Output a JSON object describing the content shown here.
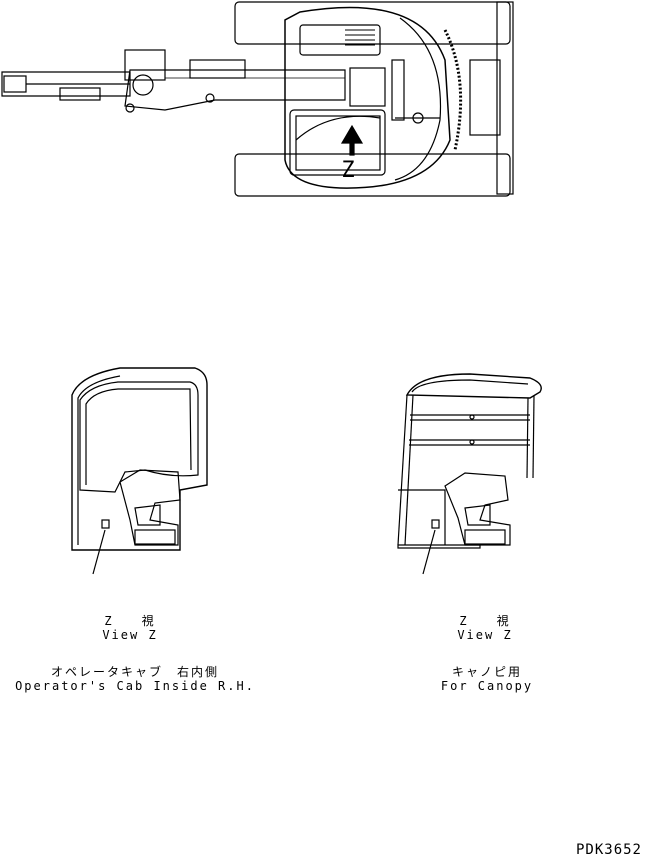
{
  "top_view": {
    "marker": "Z"
  },
  "left_view": {
    "view_jp": "Z　　視",
    "view_en": "View Z",
    "title_jp": "オペレータキャブ　右内側",
    "title_en": "Operator's Cab Inside R.H."
  },
  "right_view": {
    "view_jp": "Z　　視",
    "view_en": "View Z",
    "title_jp": "キャノピ用",
    "title_en": "For Canopy"
  },
  "drawing_code": "PDK3652",
  "colors": {
    "line": "#000000",
    "background": "#ffffff"
  }
}
